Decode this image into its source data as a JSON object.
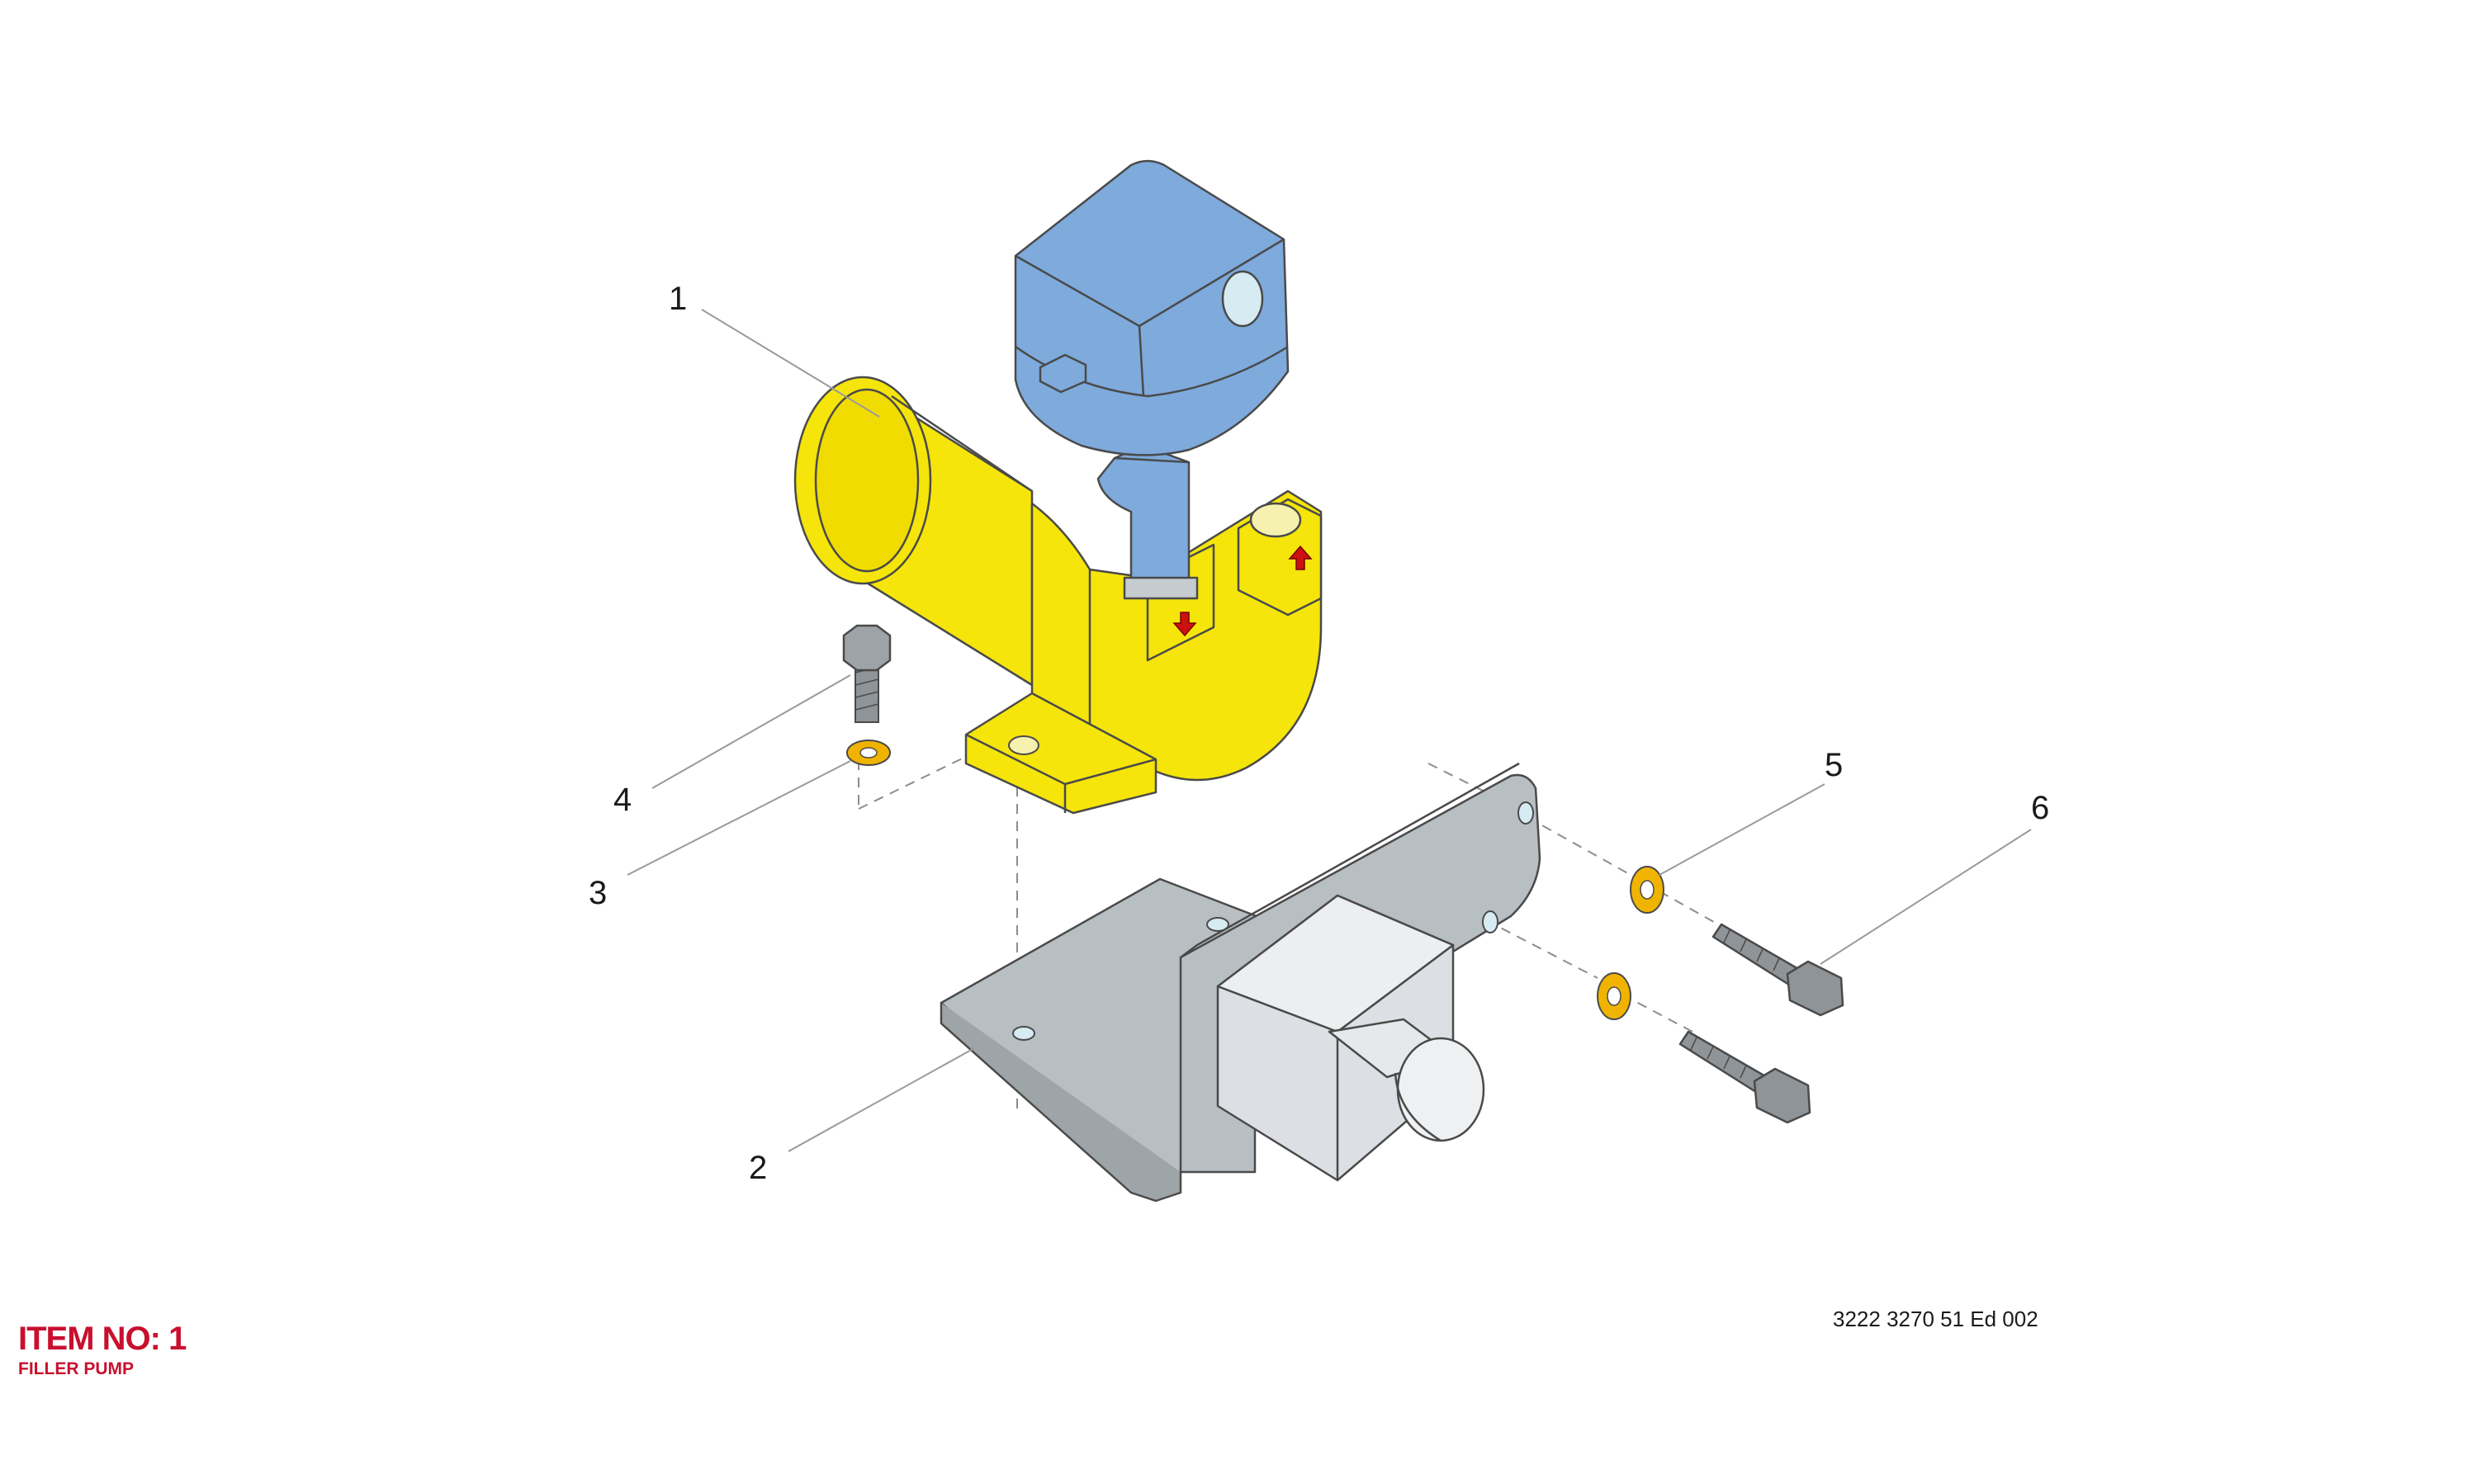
{
  "diagram": {
    "callouts": [
      "1",
      "2",
      "3",
      "4",
      "5",
      "6"
    ],
    "item_label": "ITEM NO: 1",
    "item_name": "FILLER PUMP",
    "document_ref": "3222 3270 51 Ed 002"
  },
  "colors": {
    "pump_body": "#f5e50a",
    "motor_head": "#7eaadc",
    "bracket": "#b8bfc3",
    "gearbox": "#dcdfe3",
    "washer": "#f0b400",
    "bolt": "#8f9498",
    "flow_arrow": "#cc1111",
    "title_text": "#c8102e"
  }
}
